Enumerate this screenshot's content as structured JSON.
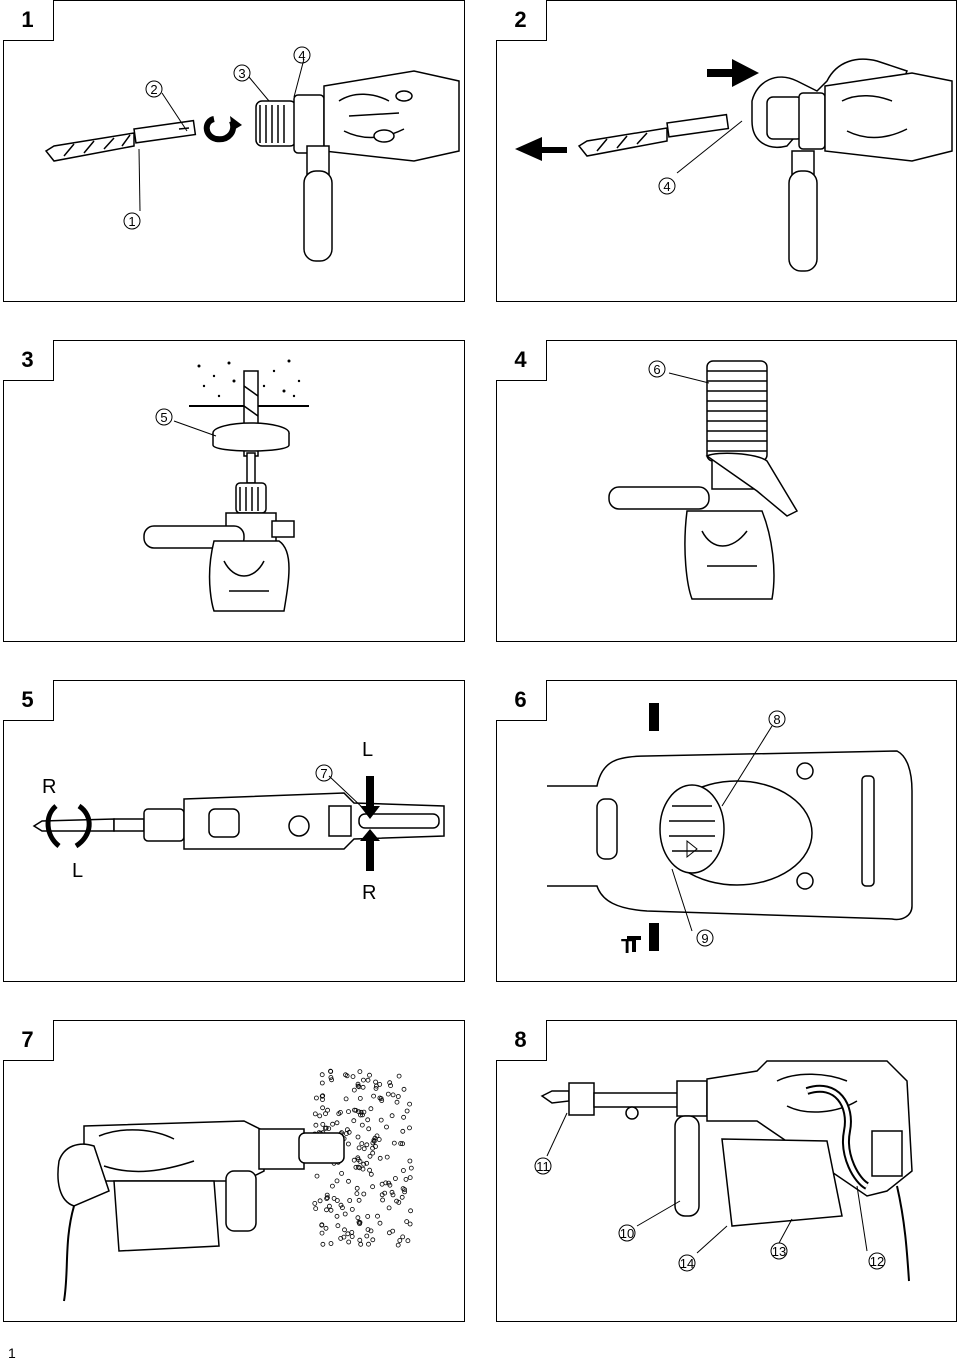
{
  "panels": [
    {
      "number": "1",
      "callouts": [
        "1",
        "2",
        "3",
        "4"
      ]
    },
    {
      "number": "2",
      "callouts": [
        "4"
      ]
    },
    {
      "number": "3",
      "callouts": [
        "5"
      ]
    },
    {
      "number": "4",
      "callouts": [
        "6"
      ]
    },
    {
      "number": "5",
      "callouts": [
        "7"
      ],
      "letters": [
        "R",
        "L",
        "L",
        "R"
      ]
    },
    {
      "number": "6",
      "callouts": [
        "8",
        "9"
      ],
      "symbols": [
        "T"
      ]
    },
    {
      "number": "7",
      "callouts": []
    },
    {
      "number": "8",
      "callouts": [
        "10",
        "11",
        "12",
        "13",
        "14"
      ]
    }
  ],
  "page_number": "1"
}
